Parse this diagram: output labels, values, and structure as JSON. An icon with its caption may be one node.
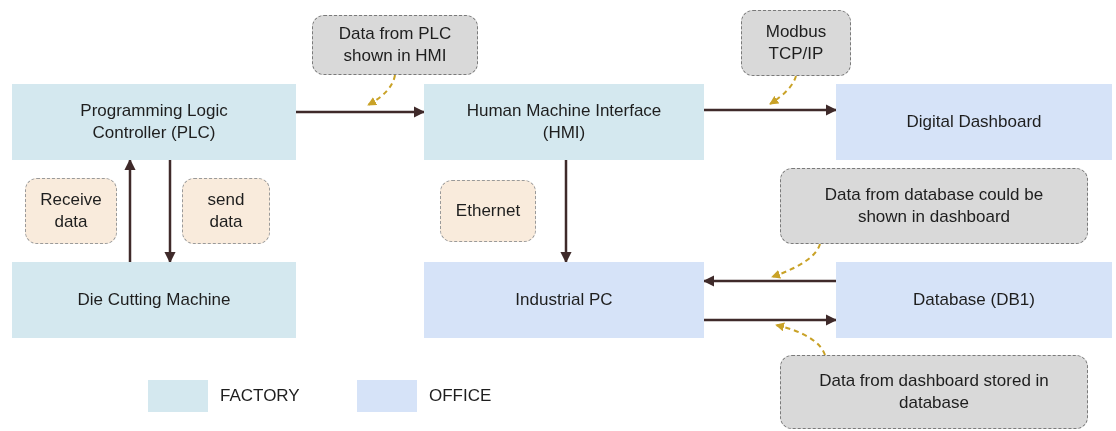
{
  "diagram": {
    "nodes": [
      {
        "text": [
          "Programming Logic Controller (PLC)"
        ]
      },
      {
        "text": [
          "Human Machine Interface (HMI)"
        ]
      },
      {
        "text": [
          "Digital Dashboard"
        ]
      },
      {
        "text": [
          "Die Cutting Machine"
        ]
      },
      {
        "text": [
          "Industrial PC"
        ]
      },
      {
        "text": [
          "Database (DB1)"
        ]
      },
      {
        "text": [
          "Data from PLC shown in HMI"
        ]
      },
      {
        "text": [
          "Modbus TCP/IP"
        ]
      },
      {
        "text": [
          "Receive data"
        ]
      },
      {
        "text": [
          "send data"
        ]
      },
      {
        "text": [
          "Ethernet"
        ]
      },
      {
        "text": [
          "Data from database could be shown in dashboard"
        ]
      },
      {
        "text": [
          "Data from dashboard stored in database"
        ]
      }
    ],
    "edges": [
      {
        "from": 0,
        "to": 1,
        "arrow": "to"
      },
      {
        "from": 1,
        "to": 2,
        "arrow": "to"
      },
      {
        "from": 3,
        "to": 0,
        "arrow": "to"
      },
      {
        "from": 0,
        "to": 3,
        "arrow": "to"
      },
      {
        "from": 1,
        "to": 4,
        "arrow": "to"
      },
      {
        "from": 5,
        "to": 4,
        "arrow": "to"
      },
      {
        "from": 4,
        "to": 5,
        "arrow": "to"
      },
      {
        "from": 6,
        "to": null,
        "arrow": "to",
        "style": "dashed",
        "color": "#c9a227"
      },
      {
        "from": 7,
        "to": null,
        "arrow": "to",
        "style": "dashed",
        "color": "#c9a227"
      },
      {
        "from": 11,
        "to": null,
        "arrow": "to",
        "style": "dashed",
        "color": "#c9a227"
      },
      {
        "from": 12,
        "to": null,
        "arrow": "to",
        "style": "dashed",
        "color": "#c9a227"
      }
    ],
    "legend": [
      {
        "text": "FACTORY",
        "color": "#d4e8ef"
      },
      {
        "text": "OFFICE",
        "color": "#d6e3f8"
      }
    ]
  }
}
